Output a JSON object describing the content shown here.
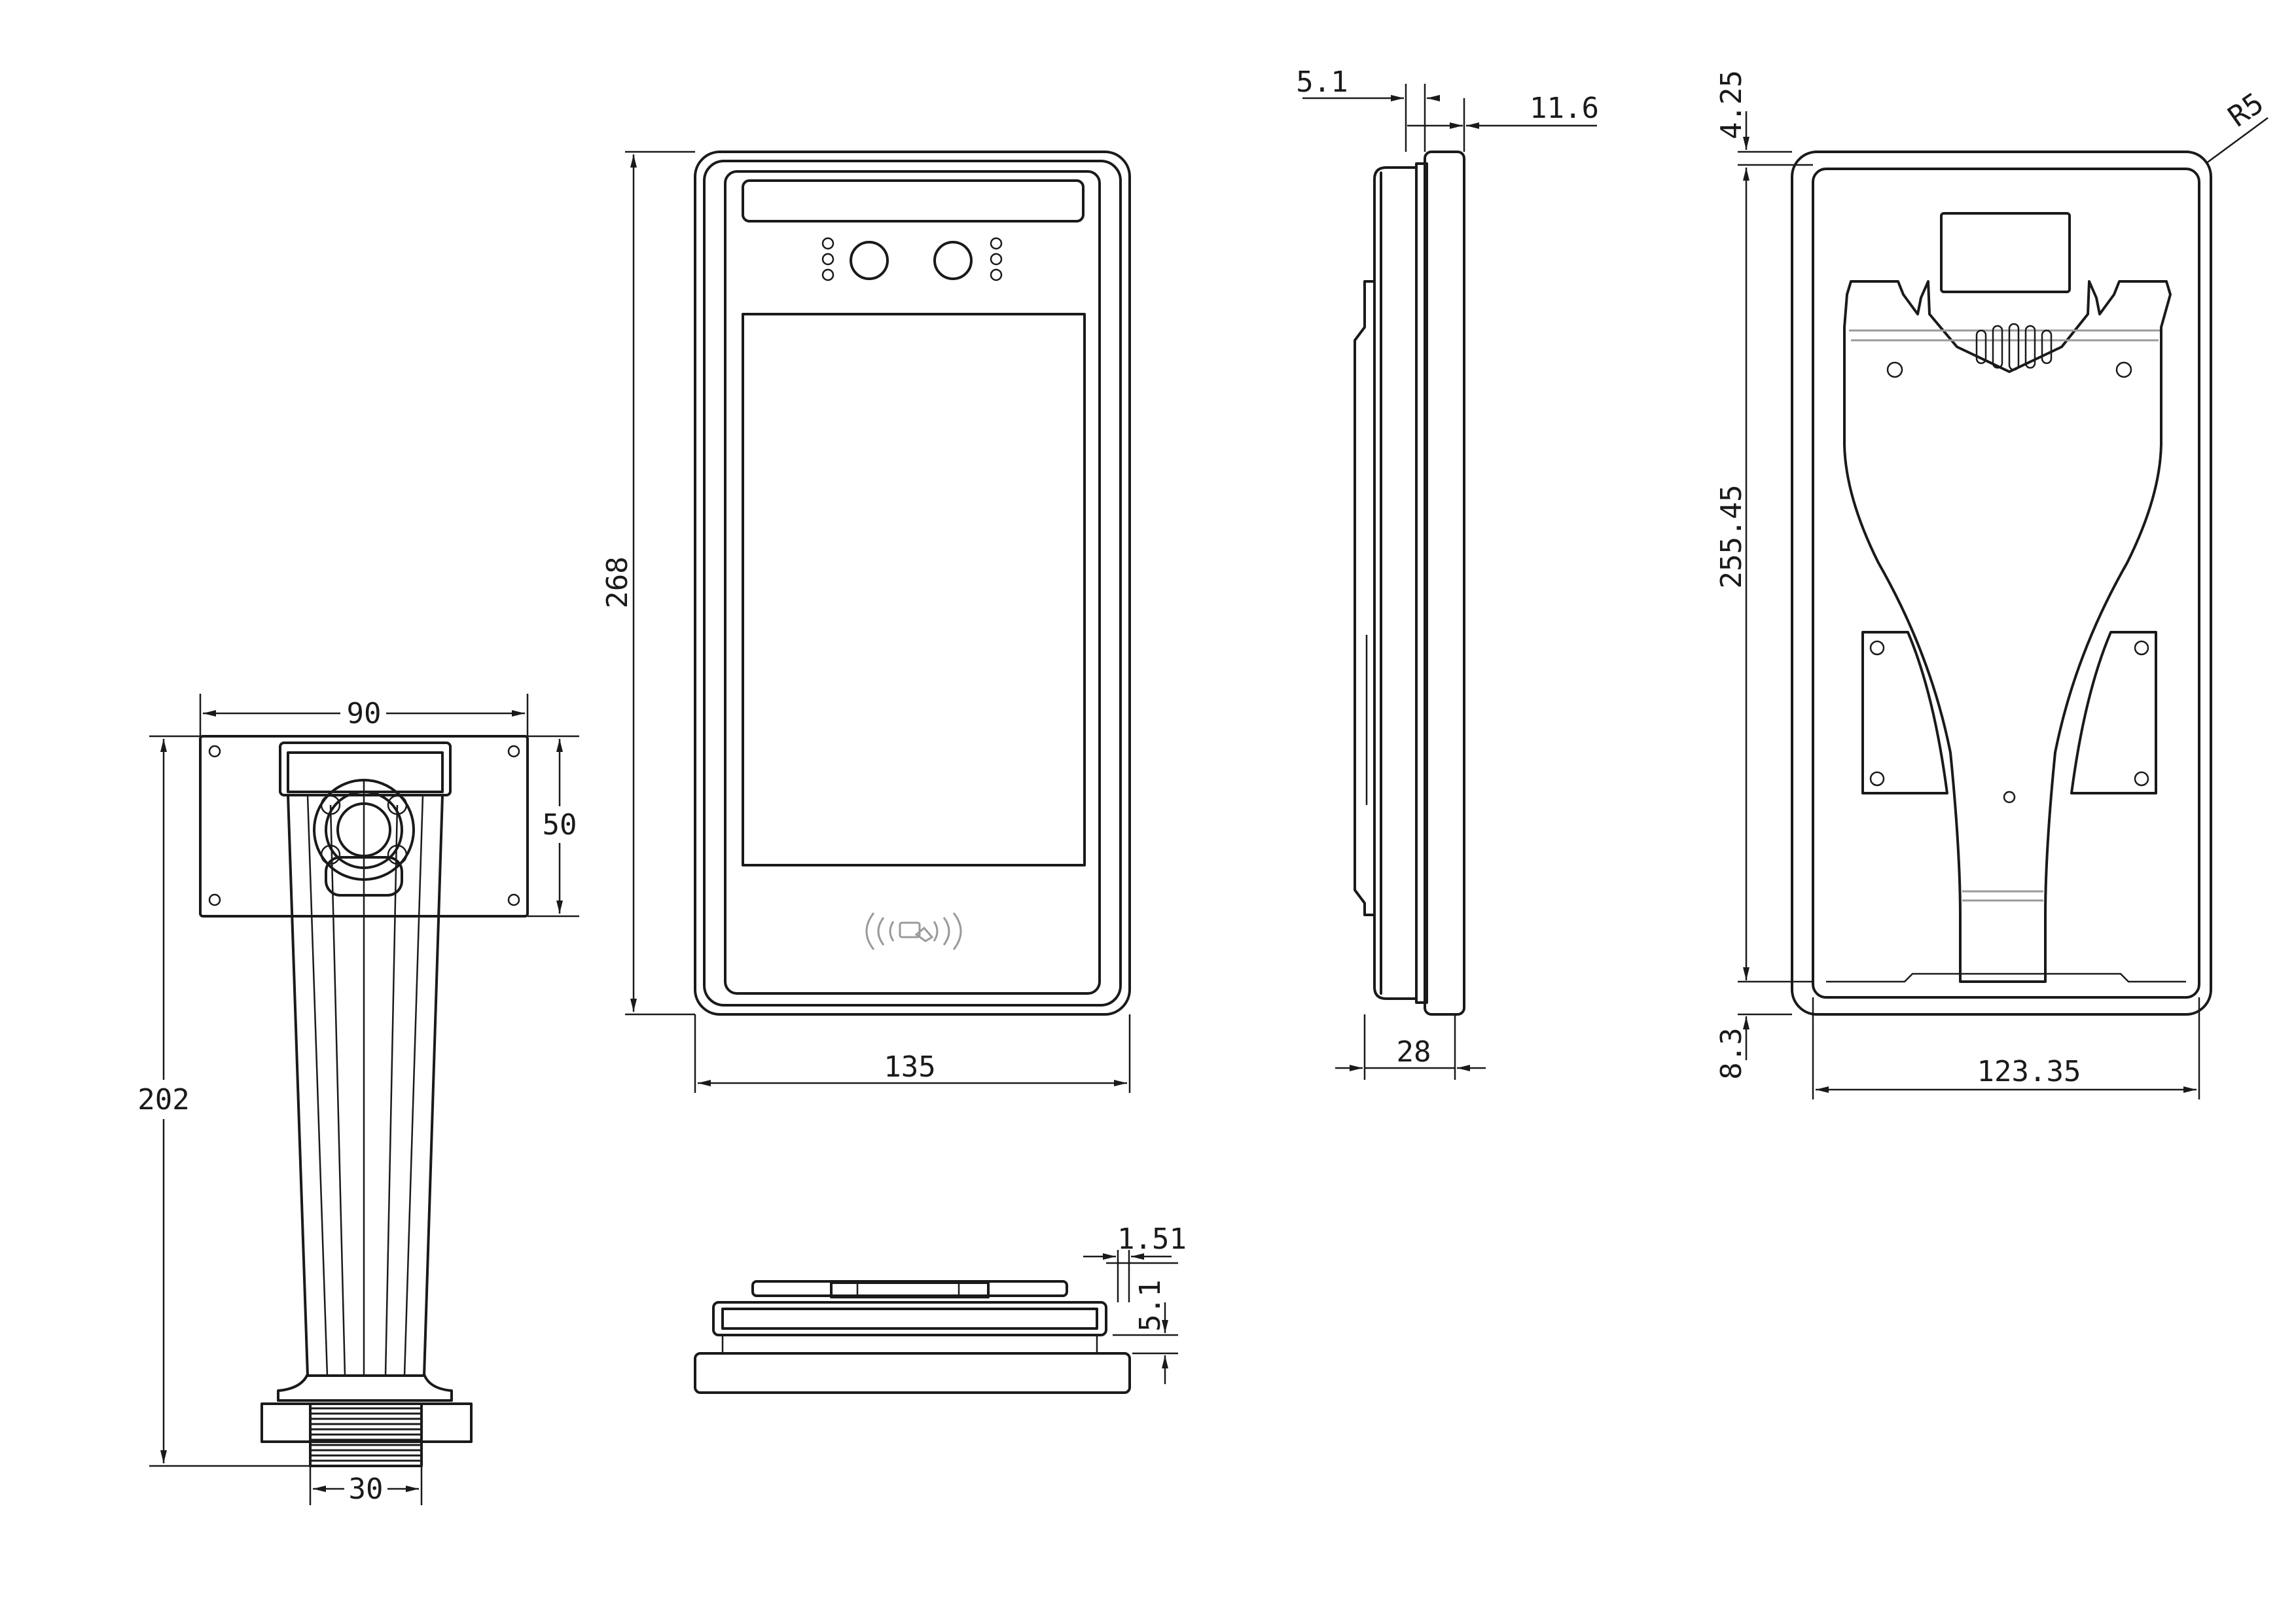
{
  "dimensions": {
    "front_height": "268",
    "front_width": "135",
    "side_offset": "5.1",
    "side_thickness": "11.6",
    "side_depth": "28",
    "back_top": "4.25",
    "back_radius": "R5",
    "back_height": "255.45",
    "back_bottom": "8.3",
    "back_width": "123.35",
    "stand_plate_width": "90",
    "stand_plate_height": "50",
    "stand_height": "202",
    "stand_thread": "30",
    "bottom_lip": "1.51",
    "bottom_step": "5.1"
  }
}
